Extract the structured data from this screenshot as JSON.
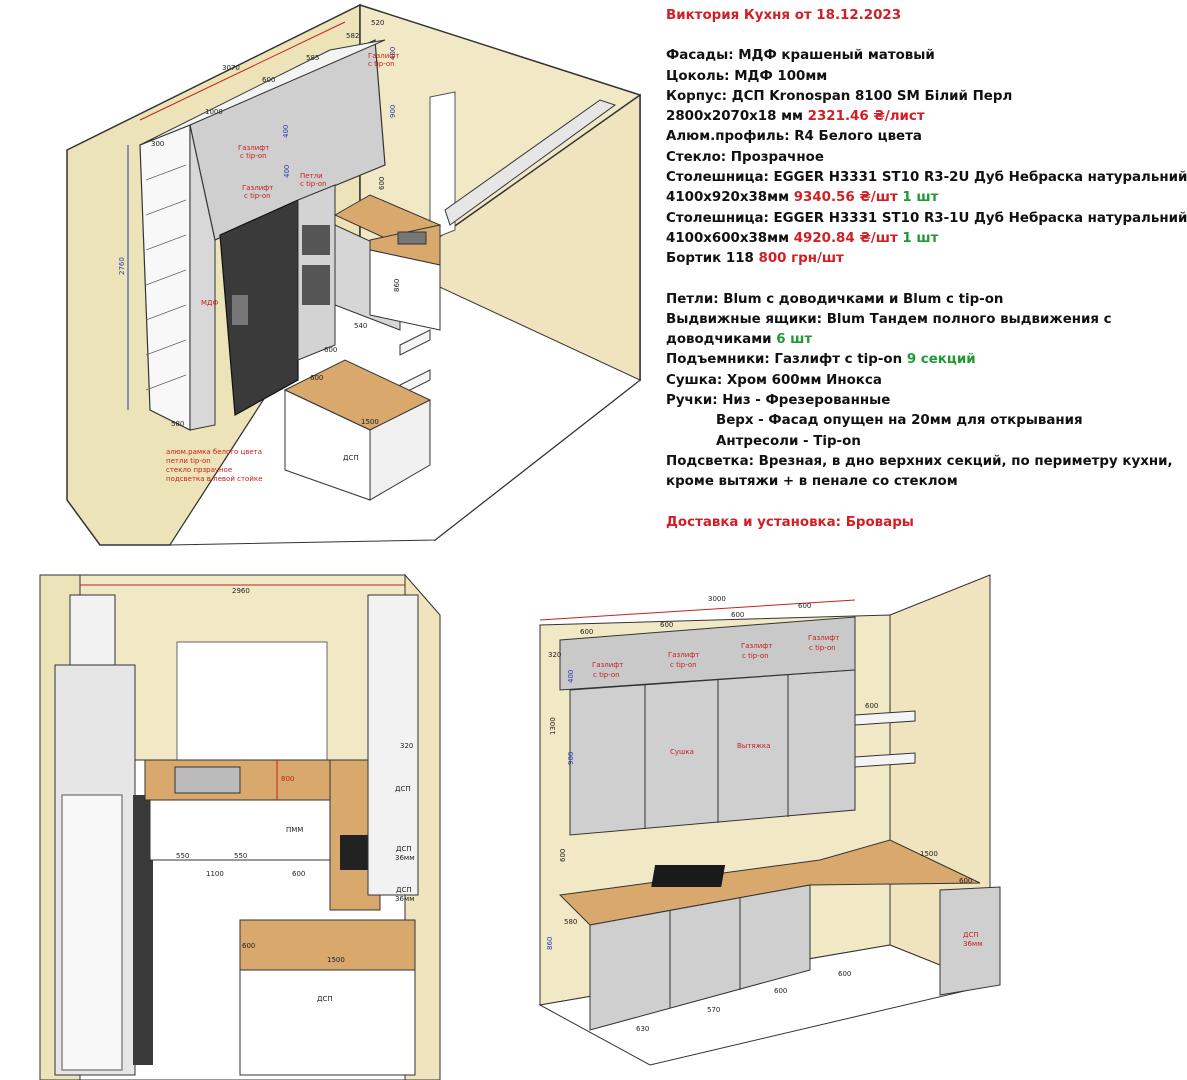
{
  "spec": {
    "title": "Виктория Кухня от 18.12.2023",
    "facades": "Фасады: МДФ крашеный матовый",
    "plinth": "Цоколь: МДФ 100мм",
    "body": "Корпус: ДСП Kronospan 8100 SM Білий Перл",
    "sheet_size": "2800x2070x18 мм ",
    "sheet_price": "2321.46 ₴/лист",
    "profile": "Алюм.профиль: R4 Белого цвета",
    "glass": "Стекло: Прозрачное",
    "worktop1": "Столешница: EGGER H3331 ST10 R3-2U Дуб Небраска натуральний",
    "worktop1_size": "4100x920x38мм ",
    "worktop1_price": "9340.56 ₴/шт",
    "worktop1_qty": "1 шт",
    "worktop2": "Столешница: EGGER H3331 ST10 R3-1U Дуб Небраска натуральний",
    "worktop2_size": "4100x600x38мм ",
    "worktop2_price": "4920.84 ₴/шт",
    "worktop2_qty": "1 шт",
    "edge": "Бортик 118 ",
    "edge_price": "800 грн/шт",
    "hinges": "Петли: Blum с доводичками и Blum с tip-on",
    "drawers1": "Выдвижные ящики: Blum Тандем полного выдвижения с",
    "drawers2": "доводчиками ",
    "drawers_qty": "6 шт",
    "lifts": "Подъемники: Газлифт с tip-on ",
    "lifts_qty": "9 секций",
    "dryer": "Сушка: Хром 600мм Инокса",
    "handles1": "Ручки: Низ - Фрезерованные",
    "handles2": "Верх - Фасад опущен на 20мм для открывания",
    "handles3": "Антресоли - Tip-on",
    "light1": "Подсветка: Врезная, в дно верхних секций, по периметру кухни,",
    "light2": "кроме вытяжи + в пенале со стеклом",
    "delivery": "Доставка и установка: Бровары"
  },
  "iso": {
    "w3070": "3070",
    "d520": "520",
    "d582": "582",
    "d585": "585",
    "d600": "600",
    "d1000": "1000",
    "d300": "300",
    "d2760": "2760",
    "d400a": "400",
    "d400b": "400",
    "d400c": "400",
    "d900": "900",
    "d600b": "600",
    "d860": "860",
    "d540": "540",
    "d600c": "600",
    "d600d": "600",
    "d1500": "1500",
    "d580": "580",
    "gas1": "Газлифт",
    "tipon": "с tip-on",
    "petli": "Петли",
    "mdf": "МДФ",
    "dsp": "ДСП",
    "note1": "алюм.рамка белого цвета",
    "note2": "петли tip-on",
    "note3": "стекло прзрачное",
    "note4": "подсветка в левой стойке"
  },
  "plan": {
    "w2960": "2960",
    "d800": "800",
    "d550a": "550",
    "d550b": "550",
    "d1100": "1100",
    "d600": "600",
    "pmm": "ПММ",
    "d320": "320",
    "dsp": "ДСП",
    "dsp36": "ДСП",
    "mm36": "36мм",
    "d600b": "600",
    "d1500": "1500"
  },
  "front": {
    "w3000": "3000",
    "d600a": "600",
    "d600b": "600",
    "d600c": "600",
    "d600d": "600",
    "d320": "320",
    "d400": "400",
    "d1300": "1300",
    "d900": "900",
    "d600e": "600",
    "d860": "860",
    "d580": "580",
    "d630": "630",
    "d570": "570",
    "d600f": "600",
    "d600g": "600",
    "d1500": "1500",
    "d600h": "600",
    "gas": "Газлифт",
    "tipon": "с tip-on",
    "sushka": "Сушка",
    "vytyazhka": "Вытяжка",
    "dsp": "ДСП",
    "mm36": "36мм"
  }
}
